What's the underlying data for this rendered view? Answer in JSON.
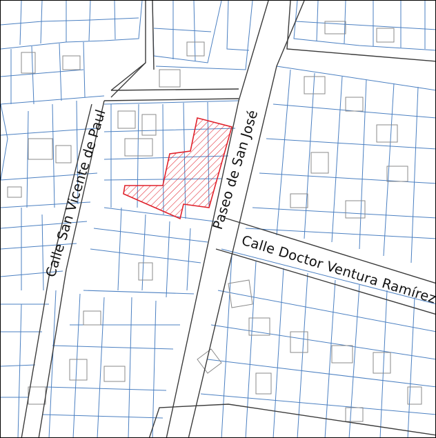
{
  "map": {
    "colors": {
      "background": "#ffffff",
      "frame": "#000000",
      "street_edge": "#3a3a3a",
      "building": "#8a8a8a",
      "parcel": "#4a7fc1",
      "highlight": "#e0202a"
    },
    "streets": {
      "calle_san_vicente_de_paul": "Calle San Vicente de Paul",
      "paseo_de_san_jose": "Paseo de San José",
      "calle_doctor_ventura_ramirez": "Calle Doctor Ventura Ramírez"
    },
    "highlighted_parcel": {
      "style": "red-hatched",
      "color": "#e0202a"
    }
  }
}
